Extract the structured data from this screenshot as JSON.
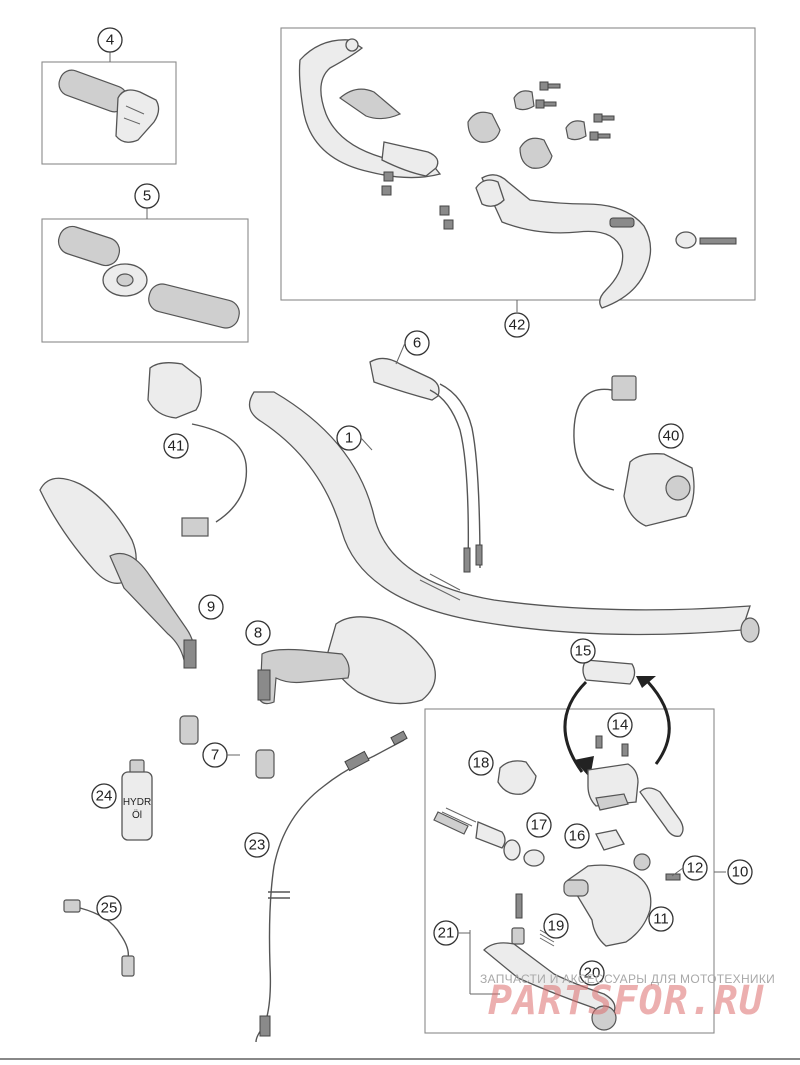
{
  "callouts": [
    "4",
    "5",
    "42",
    "6",
    "1",
    "40",
    "41",
    "9",
    "8",
    "15",
    "14",
    "18",
    "17",
    "16",
    "12",
    "10",
    "11",
    "7",
    "24",
    "23",
    "25",
    "21",
    "19",
    "20"
  ],
  "oil_bottle": {
    "line1": "HYDR",
    "line2": "Öl"
  },
  "watermark": {
    "text": "ЗАПЧАСТИ И АКСЕССУАРЫ ДЛЯ МОТОТЕХНИКИ",
    "logo": "PARTSFOR.RU"
  }
}
